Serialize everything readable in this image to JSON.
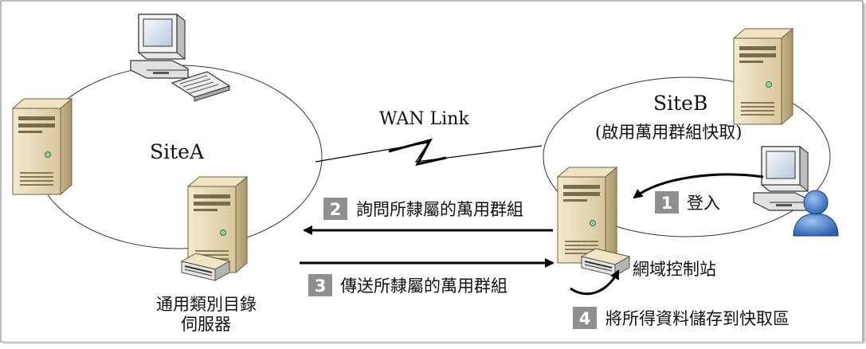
{
  "colors": {
    "server_body": "#e6d7b3",
    "server_side": "#b9a77f",
    "step_badge": "#8f8f8f",
    "monitor_screen": "#dfe8f3",
    "user_blue": "#2f63b8"
  },
  "wan": {
    "label": "WAN Link"
  },
  "siteA": {
    "name": "SiteA",
    "gc_server_label_line1": "通用類別目錄",
    "gc_server_label_line2": "伺服器"
  },
  "siteB": {
    "name": "SiteB",
    "subtitle": "(啟用萬用群組快取)",
    "dc_label": "網域控制站"
  },
  "steps": [
    {
      "num": "1",
      "text": "登入"
    },
    {
      "num": "2",
      "text": "詢問所隸屬的萬用群組"
    },
    {
      "num": "3",
      "text": "傳送所隸屬的萬用群組"
    },
    {
      "num": "4",
      "text": "將所得資料儲存到快取區"
    }
  ],
  "icons": {
    "site_a_workstation": "desktop-computer-icon",
    "site_a_server": "tower-server-icon",
    "gc_server": "tower-server-icon",
    "site_b_server": "tower-server-icon",
    "domain_controller": "tower-server-icon",
    "site_b_user": "user-workstation-icon",
    "wan": "lightning-link-icon"
  }
}
